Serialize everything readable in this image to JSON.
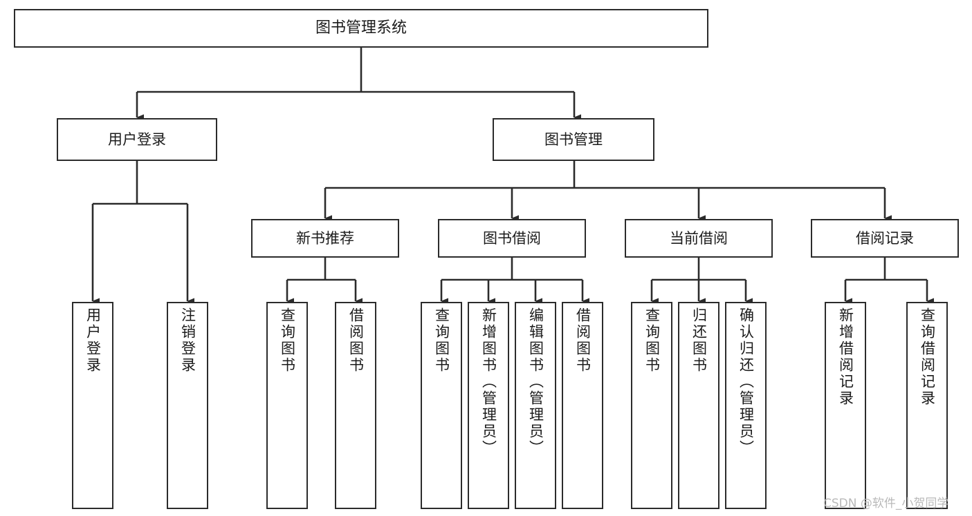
{
  "diagram": {
    "title": "图书管理系统",
    "type": "tree-hierarchy",
    "watermark": "CSDN @软件_小贺同学",
    "colors": {
      "stroke": "#2b2b2b",
      "fill": "#ffffff",
      "text": "#1b1b1b",
      "watermark": "#b9b9b9"
    },
    "nodes": {
      "root": {
        "label": "图书管理系统"
      },
      "level2": [
        {
          "label": "用户登录"
        },
        {
          "label": "图书管理"
        }
      ],
      "level3": [
        {
          "label": "新书推荐"
        },
        {
          "label": "图书借阅"
        },
        {
          "label": "当前借阅"
        },
        {
          "label": "借阅记录"
        }
      ],
      "leaves": {
        "user_login": [
          {
            "label": "用户登录"
          },
          {
            "label": "注销登录"
          }
        ],
        "new_book_recommend": [
          {
            "label": "查询图书"
          },
          {
            "label": "借阅图书"
          }
        ],
        "book_borrow": [
          {
            "label": "查询图书"
          },
          {
            "label": "新增图书（管理员）"
          },
          {
            "label": "编辑图书（管理员）"
          },
          {
            "label": "借阅图书"
          }
        ],
        "current_borrow": [
          {
            "label": "查询图书"
          },
          {
            "label": "归还图书"
          },
          {
            "label": "确认归还（管理员）"
          }
        ],
        "borrow_record": [
          {
            "label": "新增借阅记录"
          },
          {
            "label": "查询借阅记录"
          }
        ]
      }
    }
  }
}
